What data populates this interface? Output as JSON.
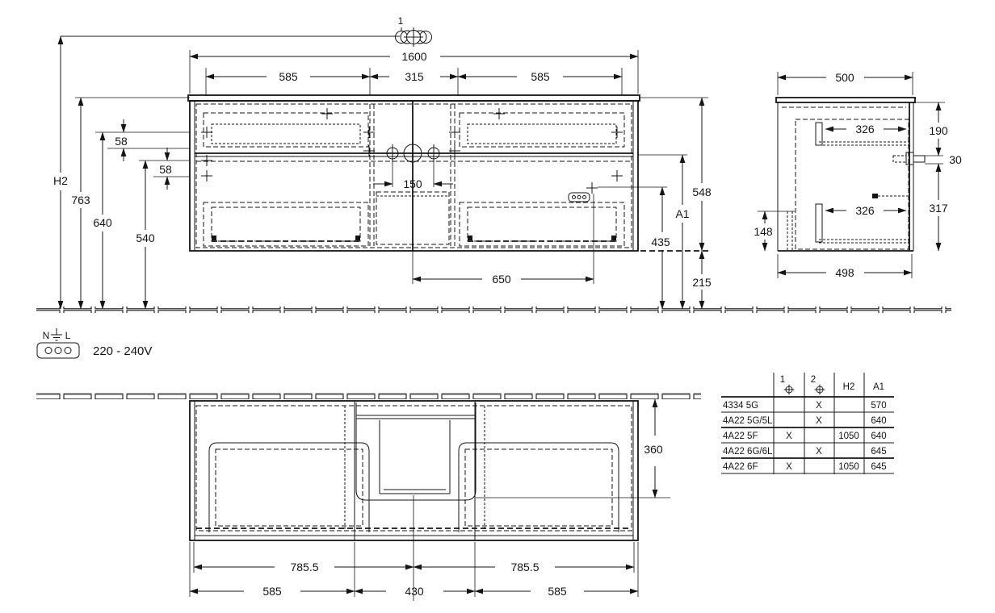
{
  "front": {
    "tap_marker": "1",
    "total_width": "1600",
    "seg_left": "585",
    "seg_mid": "315",
    "seg_right": "585",
    "h2_label": "H2",
    "height_763": "763",
    "height_640": "640",
    "height_540": "540",
    "gap_58_a": "58",
    "gap_58_b": "58",
    "tap_span": "150",
    "socket_span": "650",
    "height_548": "548",
    "a1_label": "A1",
    "height_435": "435",
    "height_215": "215"
  },
  "side": {
    "depth_500": "500",
    "drawer_326_top": "326",
    "drawer_326_bottom": "326",
    "offset_190": "190",
    "offset_30": "30",
    "offset_317": "317",
    "recess_148": "148",
    "depth_498": "498"
  },
  "plan": {
    "depth_360": "360",
    "half_left": "785.5",
    "half_right": "785.5",
    "seg_left": "585",
    "seg_mid": "430",
    "seg_right": "585"
  },
  "power": {
    "n": "N",
    "l": "L",
    "voltage": "220 - 240V"
  },
  "table": {
    "h_col1": "1",
    "h_col2": "2",
    "h_h2": "H2",
    "h_a1": "A1",
    "rows": [
      {
        "model": "4334 5G",
        "c1": "",
        "c2": "X",
        "h2": "",
        "a1": "570"
      },
      {
        "model": "4A22 5G/5L",
        "c1": "",
        "c2": "X",
        "h2": "",
        "a1": "640"
      },
      {
        "model": "4A22 5F",
        "c1": "X",
        "c2": "",
        "h2": "1050",
        "a1": "640"
      },
      {
        "model": "4A22 6G/6L",
        "c1": "",
        "c2": "X",
        "h2": "",
        "a1": "645"
      },
      {
        "model": "4A22 6F",
        "c1": "X",
        "c2": "",
        "h2": "1050",
        "a1": "645"
      }
    ]
  }
}
